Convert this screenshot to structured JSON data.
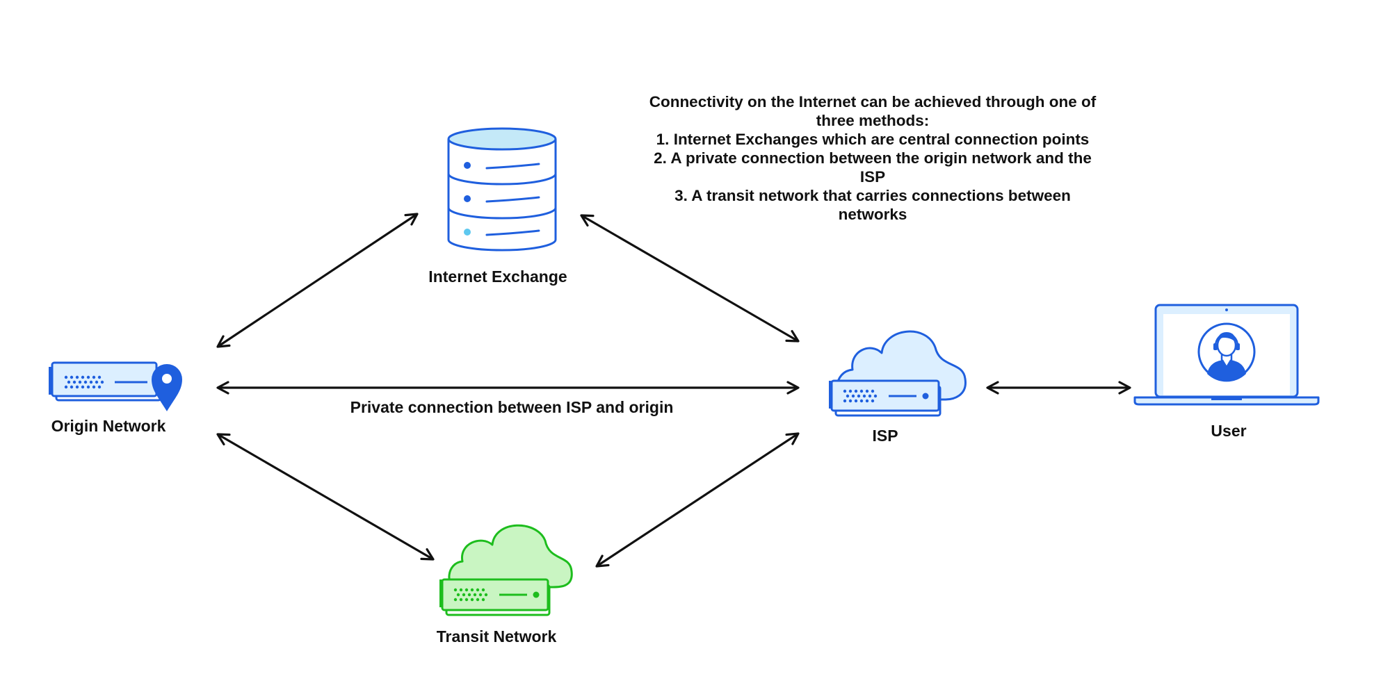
{
  "nodes": {
    "internet_exchange": "Internet Exchange",
    "origin_network": "Origin Network",
    "isp": "ISP",
    "user": "User",
    "transit_network": "Transit Network"
  },
  "connections": {
    "private_label": "Private connection between ISP and origin"
  },
  "description": {
    "intro": "Connectivity on the Internet can be achieved through one of three methods:",
    "items": [
      "1. Internet Exchanges which are central connection points",
      "2. A private connection between the origin network and the ISP",
      "3. A transit network that carries connections between networks"
    ]
  },
  "colors": {
    "blue": "#1f5fde",
    "light_blue": "#dcefff",
    "cyan_light": "#c4e9f8",
    "green": "#1dbd1d",
    "light_green": "#c9f5c2",
    "arrow": "#111111"
  }
}
